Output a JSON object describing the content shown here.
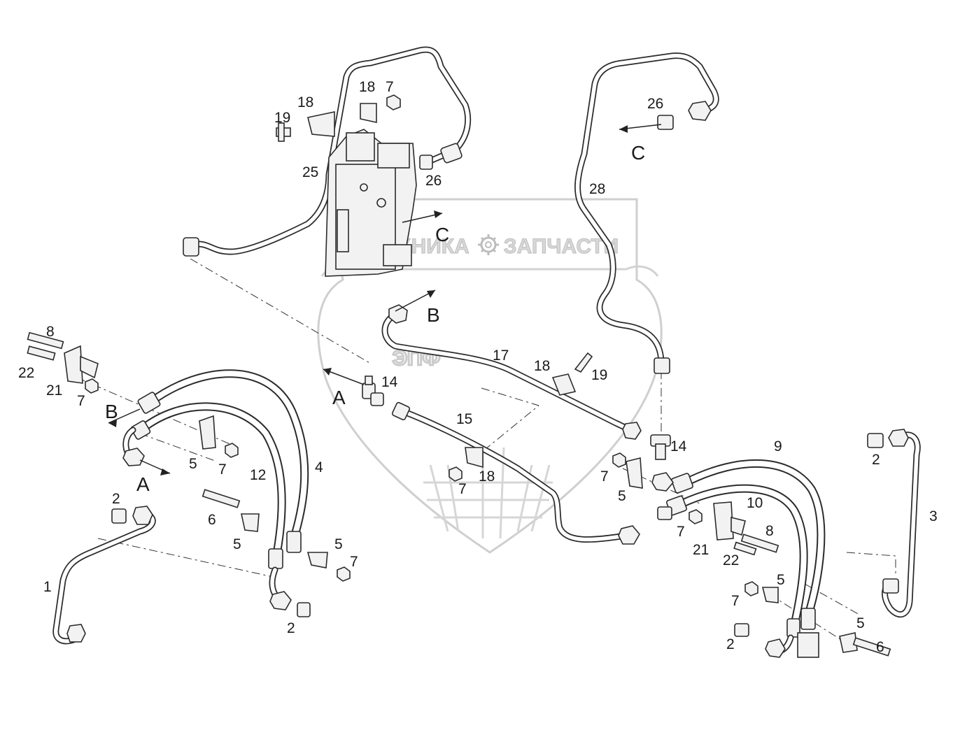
{
  "watermark": {
    "left_text": "ТЕХНИКА",
    "right_text": "ЗАПЧАСТИ",
    "logo_text": "ЭПФ",
    "gear_icon": "gear-icon",
    "shield_icon": "shield-icon"
  },
  "arrows": {
    "c_top": "C",
    "c_mid": "C",
    "b_center": "B",
    "b_left": "B",
    "a_center": "A",
    "a_left": "A"
  },
  "callouts": {
    "n8_left": "8",
    "n22_left": "22",
    "n21_left": "21",
    "n7_l1": "7",
    "n19_top": "19",
    "n18_top_a": "18",
    "n18_top_b": "18",
    "n7_top": "7",
    "n25": "25",
    "n26_top": "26",
    "n26_mid": "26",
    "n28": "28",
    "n17": "17",
    "n18_mid": "18",
    "n19_mid": "19",
    "n14_left": "14",
    "n14_right": "14",
    "n15": "15",
    "n7_c": "7",
    "n18_c": "18",
    "n5_l1": "5",
    "n7_l2": "7",
    "n12": "12",
    "n4": "4",
    "n2_l1": "2",
    "n6_l": "6",
    "n5_l2": "5",
    "n5_l3": "5",
    "n7_l3": "7",
    "n1": "1",
    "n2_l2": "2",
    "n9": "9",
    "n2_r1": "2",
    "n3": "3",
    "n7_r1": "7",
    "n5_r1": "5",
    "n10": "10",
    "n7_r2": "7",
    "n21_r": "21",
    "n8_r": "8",
    "n22_r": "22",
    "n5_r2": "5",
    "n7_r3": "7",
    "n5_r3": "5",
    "n6_r": "6",
    "n2_r2": "2"
  }
}
